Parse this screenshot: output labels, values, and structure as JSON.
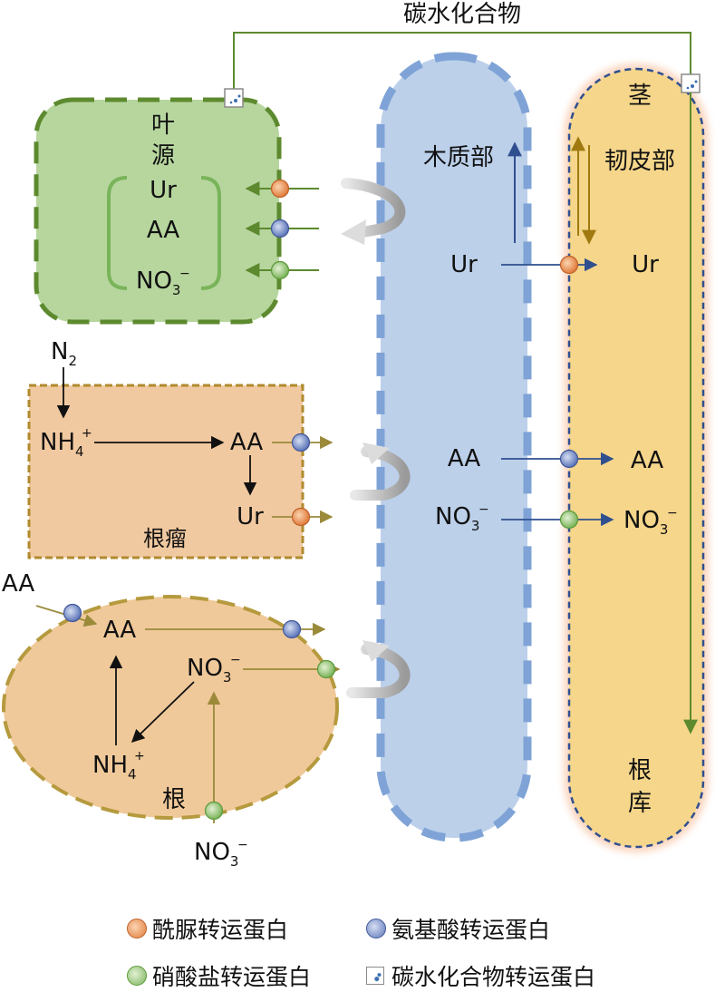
{
  "diagram": {
    "top_label": "碳水化合物",
    "leaf_label_1": "叶",
    "leaf_label_2": "源",
    "nodule_label": "根瘤",
    "root_label": "根",
    "stem_label": "茎",
    "xylem_label": "木质部",
    "phloem_label": "韧皮部",
    "sink_label_1": "根",
    "sink_label_2": "库",
    "compounds": {
      "ur": "Ur",
      "aa": "AA",
      "no3": "NO3",
      "no3_charge": "−",
      "nh4": "NH4",
      "nh4_charge": "+",
      "n2": "N2"
    }
  },
  "legend": {
    "urea_transporter": "酰脲转运蛋白",
    "amino_acid_transporter": "氨基酸转运蛋白",
    "nitrate_transporter": "硝酸盐转运蛋白",
    "carbohydrate_transporter": "碳水化合物转运蛋白"
  },
  "colors": {
    "leaf_fill": "#b6d69e",
    "leaf_border": "#5d8a2e",
    "nodule_fill": "#f1c9a0",
    "nodule_border": "#b08a2e",
    "root_fill": "#f0c99a",
    "root_border": "#b59a3e",
    "xylem_fill": "#bcd0ea",
    "xylem_border": "#6f96cf",
    "phloem_fill": "#f5d68a",
    "phloem_border": "#2f4f8f",
    "urea_transporter": "#e07b3a",
    "amino_acid_transporter": "#5a74b8",
    "nitrate_transporter": "#7ab45a",
    "arrow_blue": "#2f4f8f",
    "arrow_olive": "#9a9340",
    "arrow_green": "#5d8a2e"
  }
}
